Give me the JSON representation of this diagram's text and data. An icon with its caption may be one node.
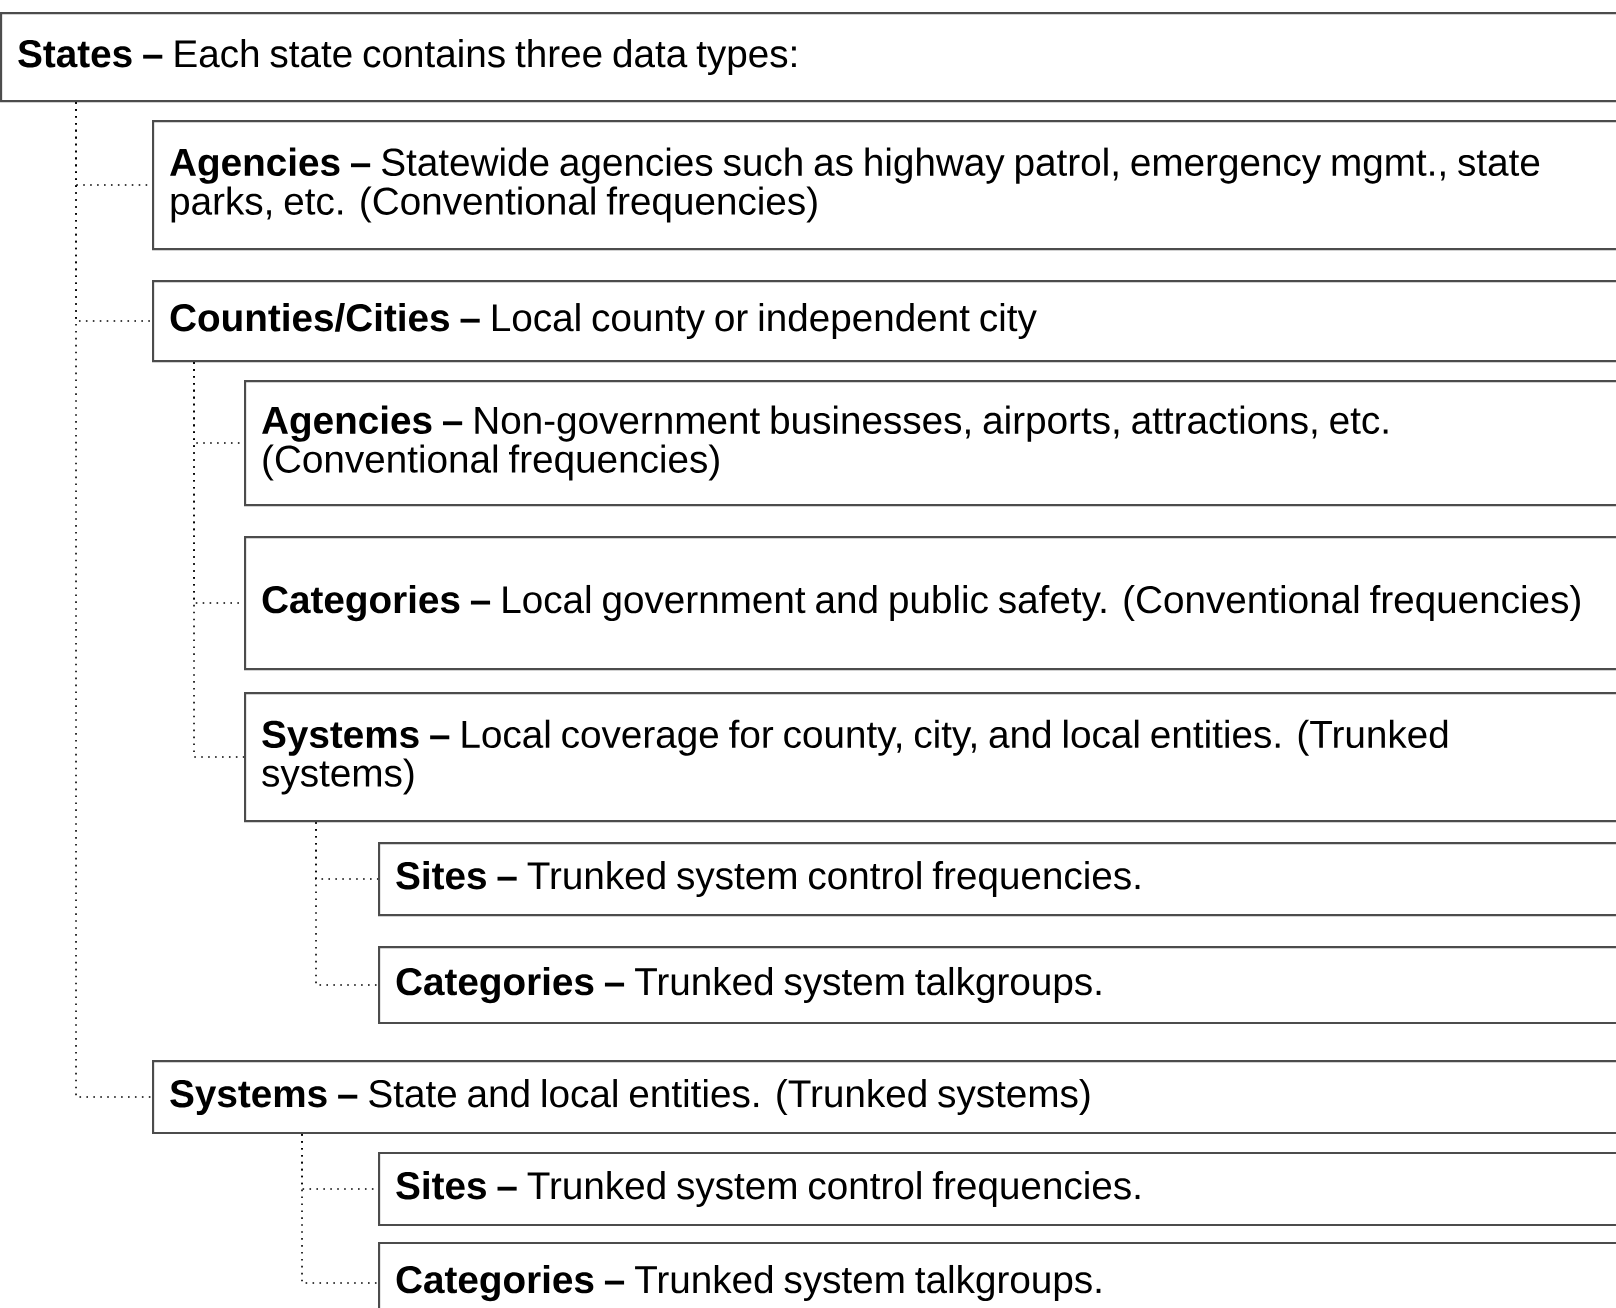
{
  "diagram": {
    "nodes": [
      {
        "text": [
          "**States –** Each state contains three data types:"
        ]
      },
      {
        "text": [
          "**Agencies –** Statewide agencies such as highway patrol, emergency mgmt., state parks, etc. (Conventional frequencies)"
        ]
      },
      {
        "text": [
          "**Counties/Cities –** Local county or independent city"
        ]
      },
      {
        "text": [
          "**Agencies –** Non-government businesses, airports, attractions, etc. (Conventional frequencies)"
        ]
      },
      {
        "text": [
          "**Categories –** Local government and public safety. (Conventional frequencies)"
        ]
      },
      {
        "text": [
          "**Systems –** Local coverage for county, city, and local entities. (Trunked systems)"
        ]
      },
      {
        "text": [
          "**Sites –** Trunked system control frequencies."
        ]
      },
      {
        "text": [
          "**Categories –** Trunked system talkgroups."
        ]
      },
      {
        "text": [
          "**Systems –** State and local entities. (Trunked systems)"
        ]
      },
      {
        "text": [
          "**Sites –** Trunked system control frequencies."
        ]
      },
      {
        "text": [
          "**Categories –** Trunked system talkgroups."
        ]
      }
    ],
    "edges": [
      {
        "from": 0,
        "to": 1,
        "arrow": "none"
      },
      {
        "from": 0,
        "to": 2,
        "arrow": "none"
      },
      {
        "from": 2,
        "to": 3,
        "arrow": "none"
      },
      {
        "from": 2,
        "to": 4,
        "arrow": "none"
      },
      {
        "from": 2,
        "to": 5,
        "arrow": "none"
      },
      {
        "from": 5,
        "to": 6,
        "arrow": "none"
      },
      {
        "from": 5,
        "to": 7,
        "arrow": "none"
      },
      {
        "from": 0,
        "to": 8,
        "arrow": "none"
      },
      {
        "from": 8,
        "to": 9,
        "arrow": "none"
      },
      {
        "from": 8,
        "to": 10,
        "arrow": "none"
      }
    ]
  }
}
